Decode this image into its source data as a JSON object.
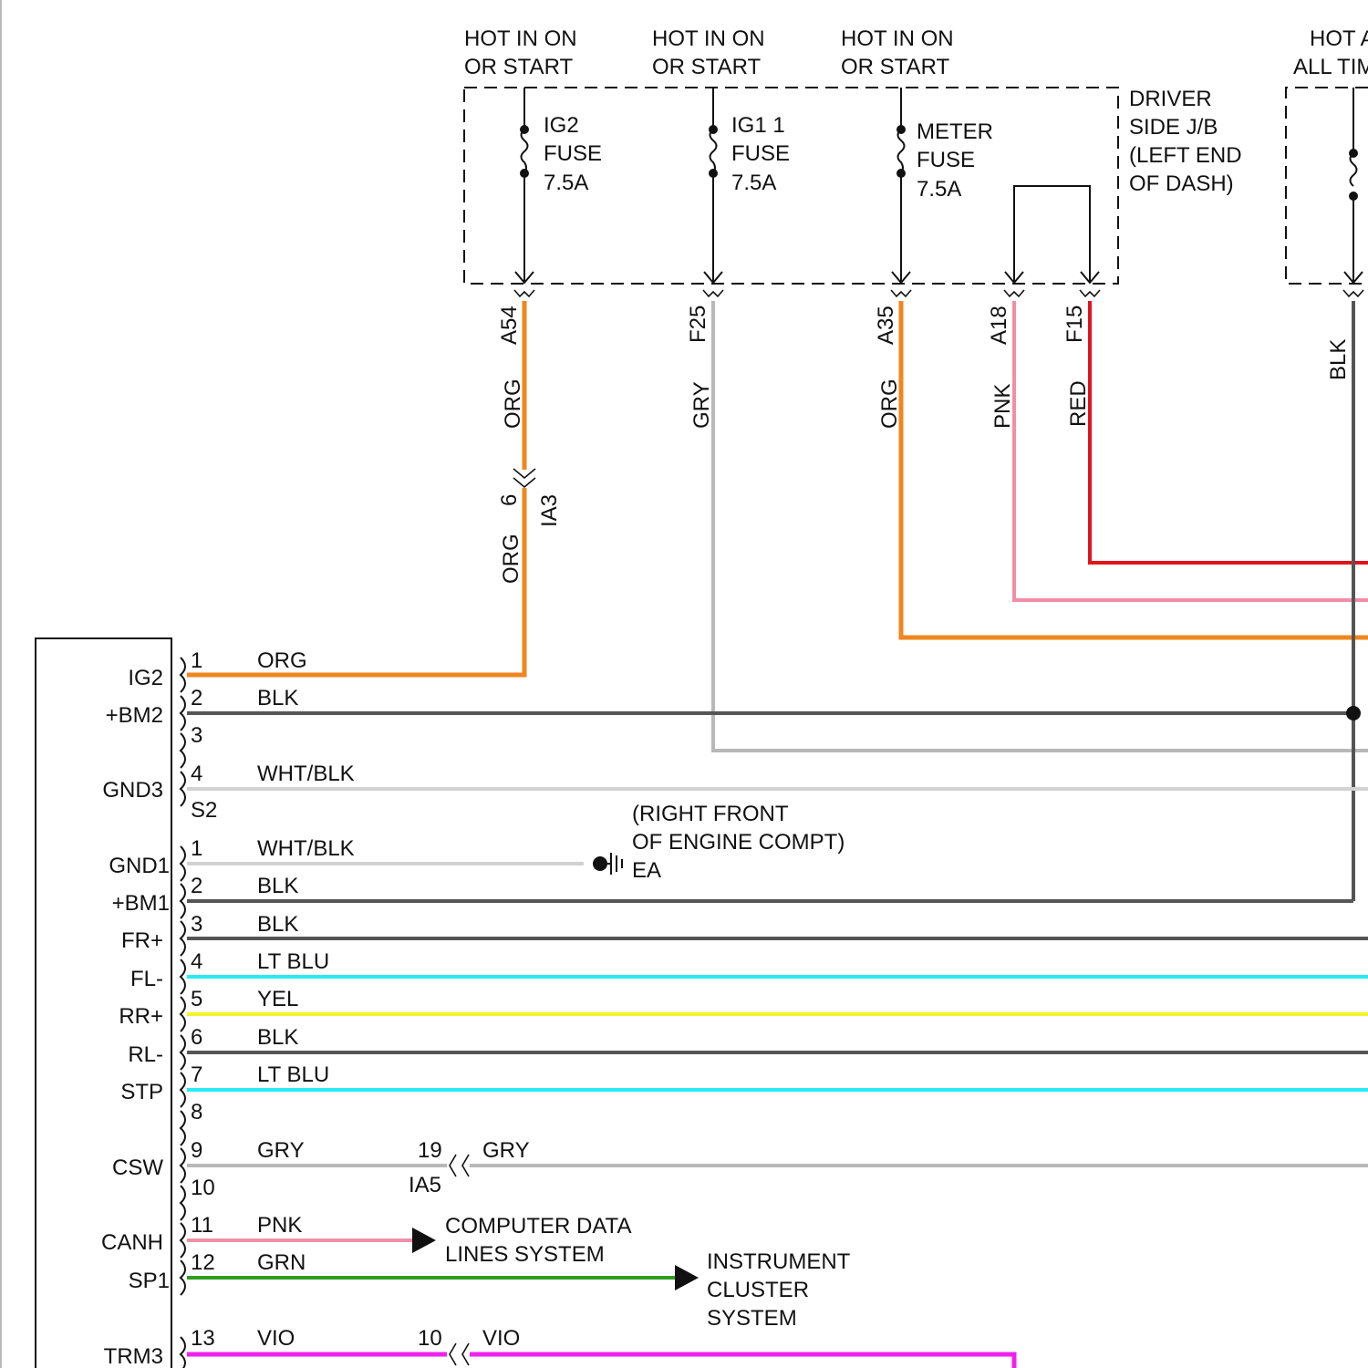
{
  "colors": {
    "ORG": "#f0861d",
    "GRY": "#b8b8b8",
    "BLK": "#555555",
    "PNK": "#f08fa8",
    "RED": "#e0141c",
    "WHT/BLK": "#d2d2d2",
    "LT BLU": "#27ebf2",
    "YEL": "#f3f32a",
    "GRN": "#2f9e1f",
    "VIO": "#ee22ee"
  },
  "supplies": [
    {
      "line1": "HOT IN ON",
      "line2": "OR START"
    },
    {
      "line1": "HOT IN ON",
      "line2": "OR START"
    },
    {
      "line1": "HOT IN ON",
      "line2": "OR START"
    },
    {
      "line1": "HOT A",
      "line2": "ALL TIM"
    }
  ],
  "fuses": [
    {
      "l1": "IG2",
      "l2": "FUSE",
      "l3": "7.5A"
    },
    {
      "l1": "IG1 1",
      "l2": "FUSE",
      "l3": "7.5A"
    },
    {
      "l1": "METER",
      "l2": "FUSE",
      "l3": "7.5A"
    }
  ],
  "junction_block": {
    "l1": "DRIVER",
    "l2": "SIDE J/B",
    "l3": "(LEFT END",
    "l4": "OF DASH)"
  },
  "jb_pins": [
    "A54",
    "F25",
    "A35",
    "A18",
    "F15"
  ],
  "vertical_wire_colors": [
    "ORG",
    "GRY",
    "ORG",
    "PNK",
    "RED",
    "BLK"
  ],
  "inline_connector_ia3": {
    "pin": "6",
    "name": "IA3",
    "lower_color": "ORG"
  },
  "connector_s2": "S2",
  "pins_upper": [
    {
      "num": "1",
      "color": "ORG",
      "sig": "IG2"
    },
    {
      "num": "2",
      "color": "BLK",
      "sig": "+BM2"
    },
    {
      "num": "3",
      "color": "",
      "sig": ""
    },
    {
      "num": "4",
      "color": "WHT/BLK",
      "sig": "GND3"
    }
  ],
  "pins_lower": [
    {
      "num": "1",
      "color": "WHT/BLK",
      "sig": "GND1"
    },
    {
      "num": "2",
      "color": "BLK",
      "sig": "+BM1"
    },
    {
      "num": "3",
      "color": "BLK",
      "sig": "FR+"
    },
    {
      "num": "4",
      "color": "LT BLU",
      "sig": "FL-"
    },
    {
      "num": "5",
      "color": "YEL",
      "sig": "RR+"
    },
    {
      "num": "6",
      "color": "BLK",
      "sig": "RL-"
    },
    {
      "num": "7",
      "color": "LT BLU",
      "sig": "STP"
    },
    {
      "num": "8",
      "color": "",
      "sig": ""
    },
    {
      "num": "9",
      "color": "GRY",
      "sig": "CSW"
    },
    {
      "num": "10",
      "color": "",
      "sig": ""
    },
    {
      "num": "11",
      "color": "PNK",
      "sig": "CANH"
    },
    {
      "num": "12",
      "color": "GRN",
      "sig": "SP1"
    },
    {
      "num": "13",
      "color": "VIO",
      "sig": "TRM3"
    }
  ],
  "ground": {
    "l1": "(RIGHT FRONT",
    "l2": "OF ENGINE COMPT)",
    "l3": "EA"
  },
  "inline_ia5": {
    "pin": "19",
    "name": "IA5",
    "color": "GRY"
  },
  "inline_vio": {
    "pin": "10",
    "color": "VIO"
  },
  "computer_data": {
    "l1": "COMPUTER DATA",
    "l2": "LINES SYSTEM"
  },
  "instrument_cluster": {
    "l1": "INSTRUMENT",
    "l2": "CLUSTER",
    "l3": "SYSTEM"
  }
}
